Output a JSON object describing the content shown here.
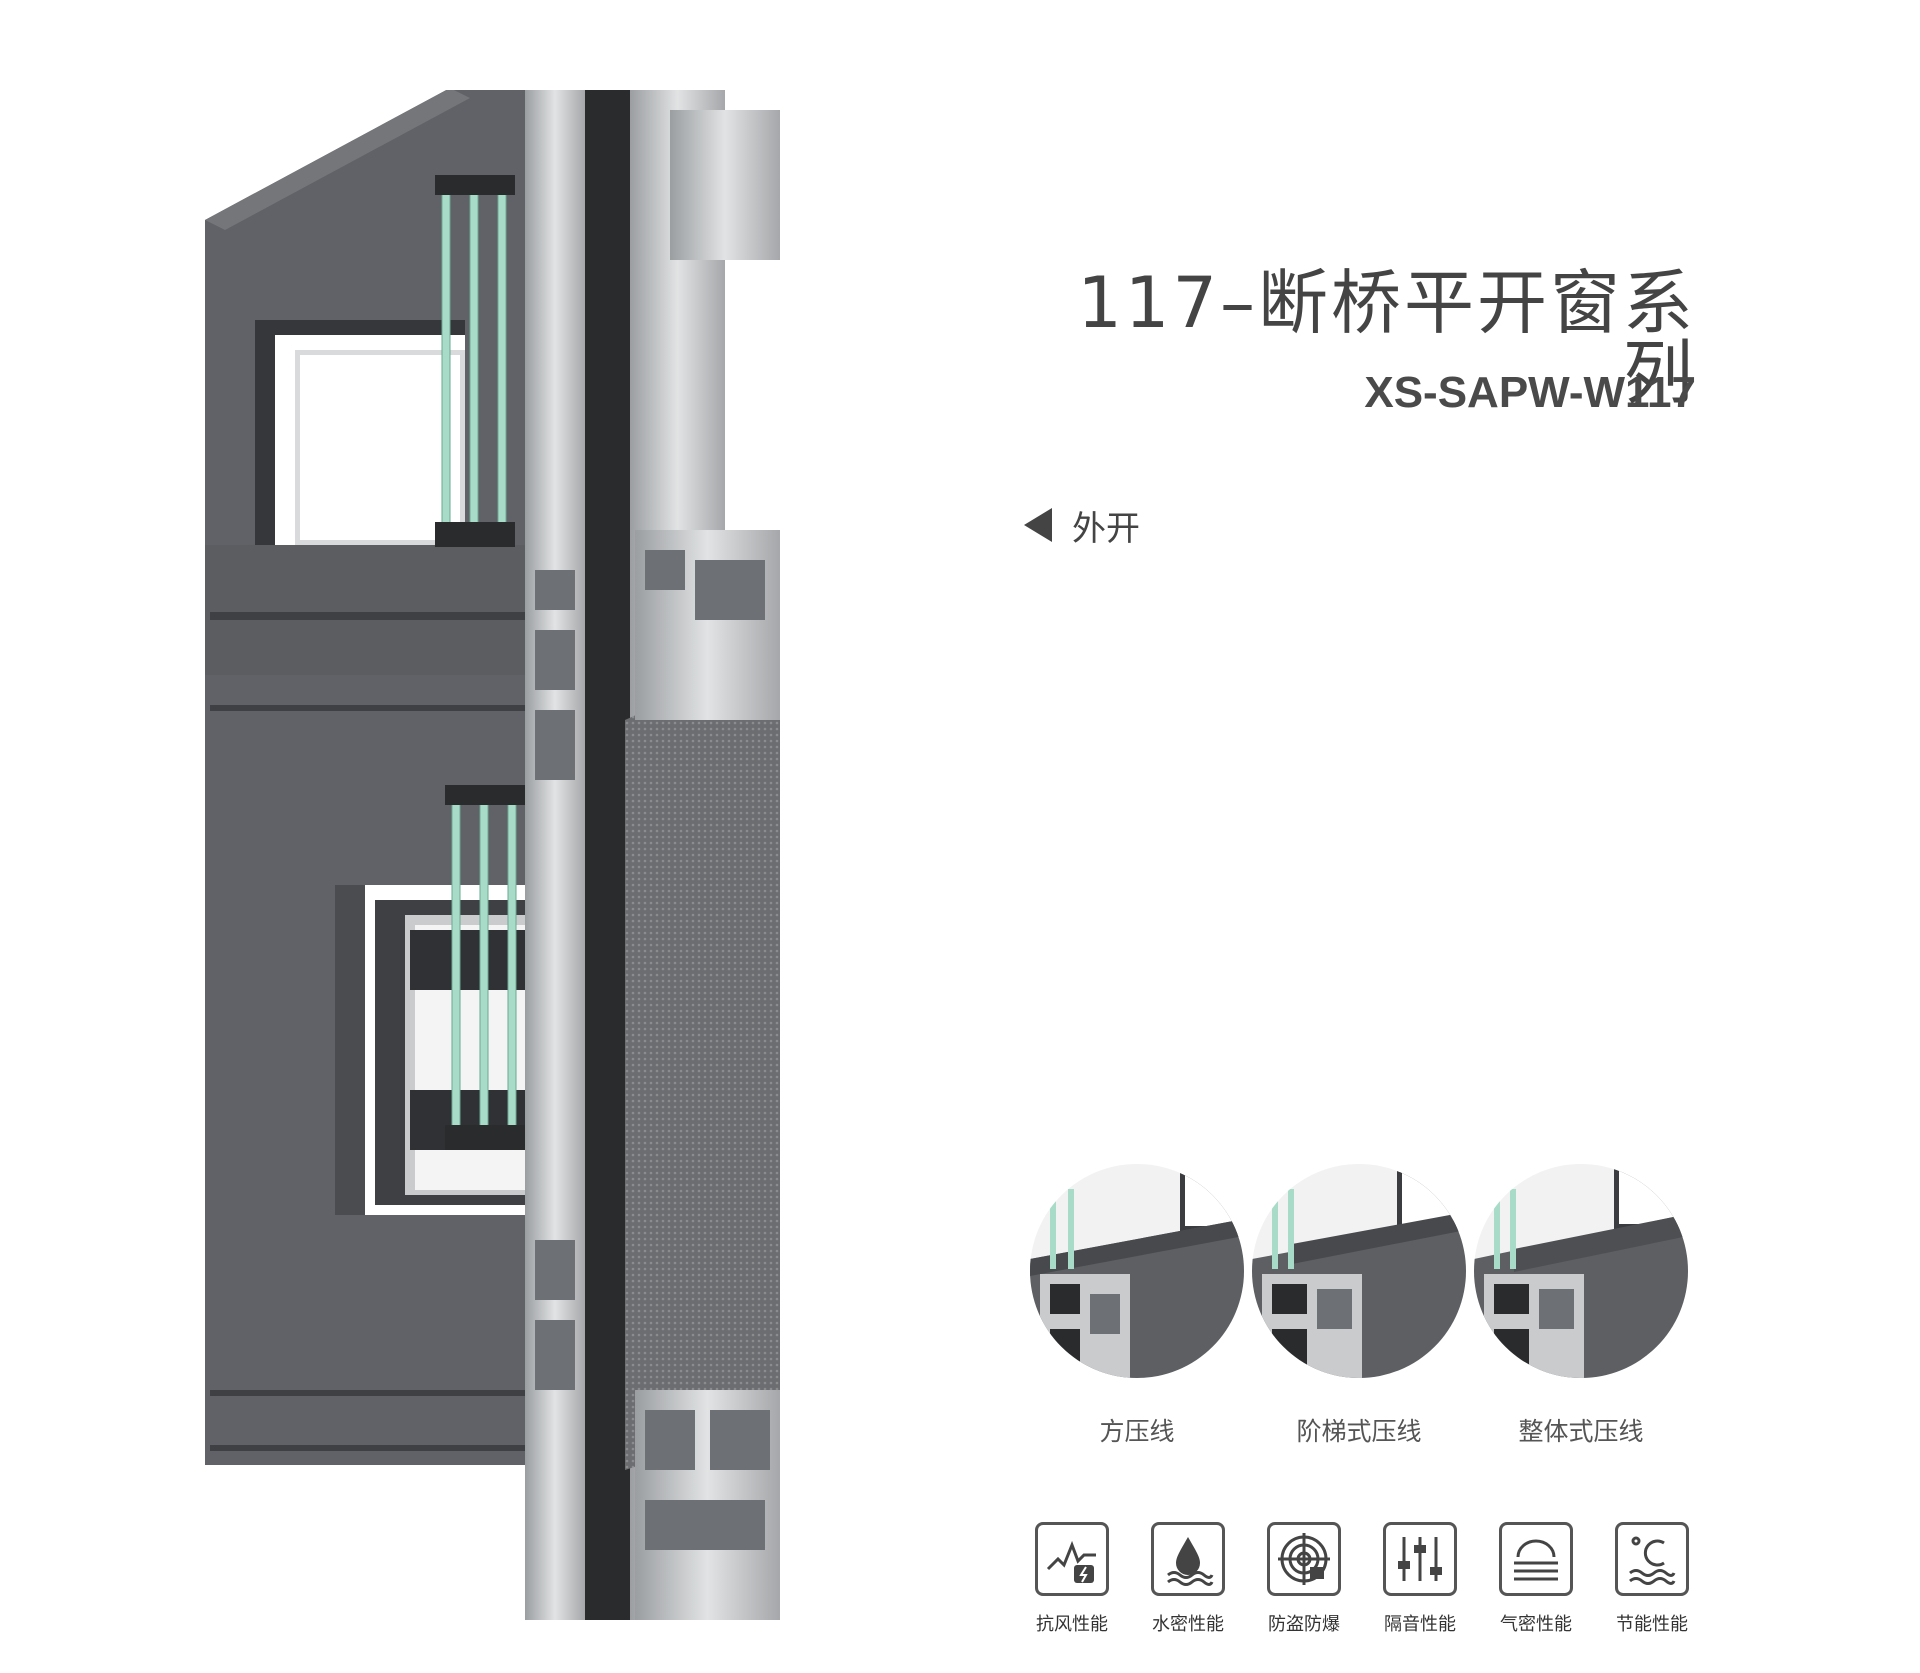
{
  "header": {
    "title": "117–断桥平开窗系列",
    "model": "XS-SAPW-W117",
    "open_type_label": "外开"
  },
  "details": [
    {
      "label": "方压线"
    },
    {
      "label": "阶梯式压线"
    },
    {
      "label": "整体式压线"
    }
  ],
  "features": [
    {
      "label": "抗风性能",
      "icon": "wind-resistance-icon"
    },
    {
      "label": "水密性能",
      "icon": "water-tightness-icon"
    },
    {
      "label": "防盗防爆",
      "icon": "anti-theft-icon"
    },
    {
      "label": "隔音性能",
      "icon": "sound-insulation-icon"
    },
    {
      "label": "气密性能",
      "icon": "air-tightness-icon"
    },
    {
      "label": "节能性能",
      "icon": "energy-saving-icon"
    }
  ],
  "colors": {
    "frame": "#5f6166",
    "frame_dark": "#3e4044",
    "aluminum": "#c9cbcd",
    "glass": "#a8dcc8",
    "text": "#444444"
  }
}
